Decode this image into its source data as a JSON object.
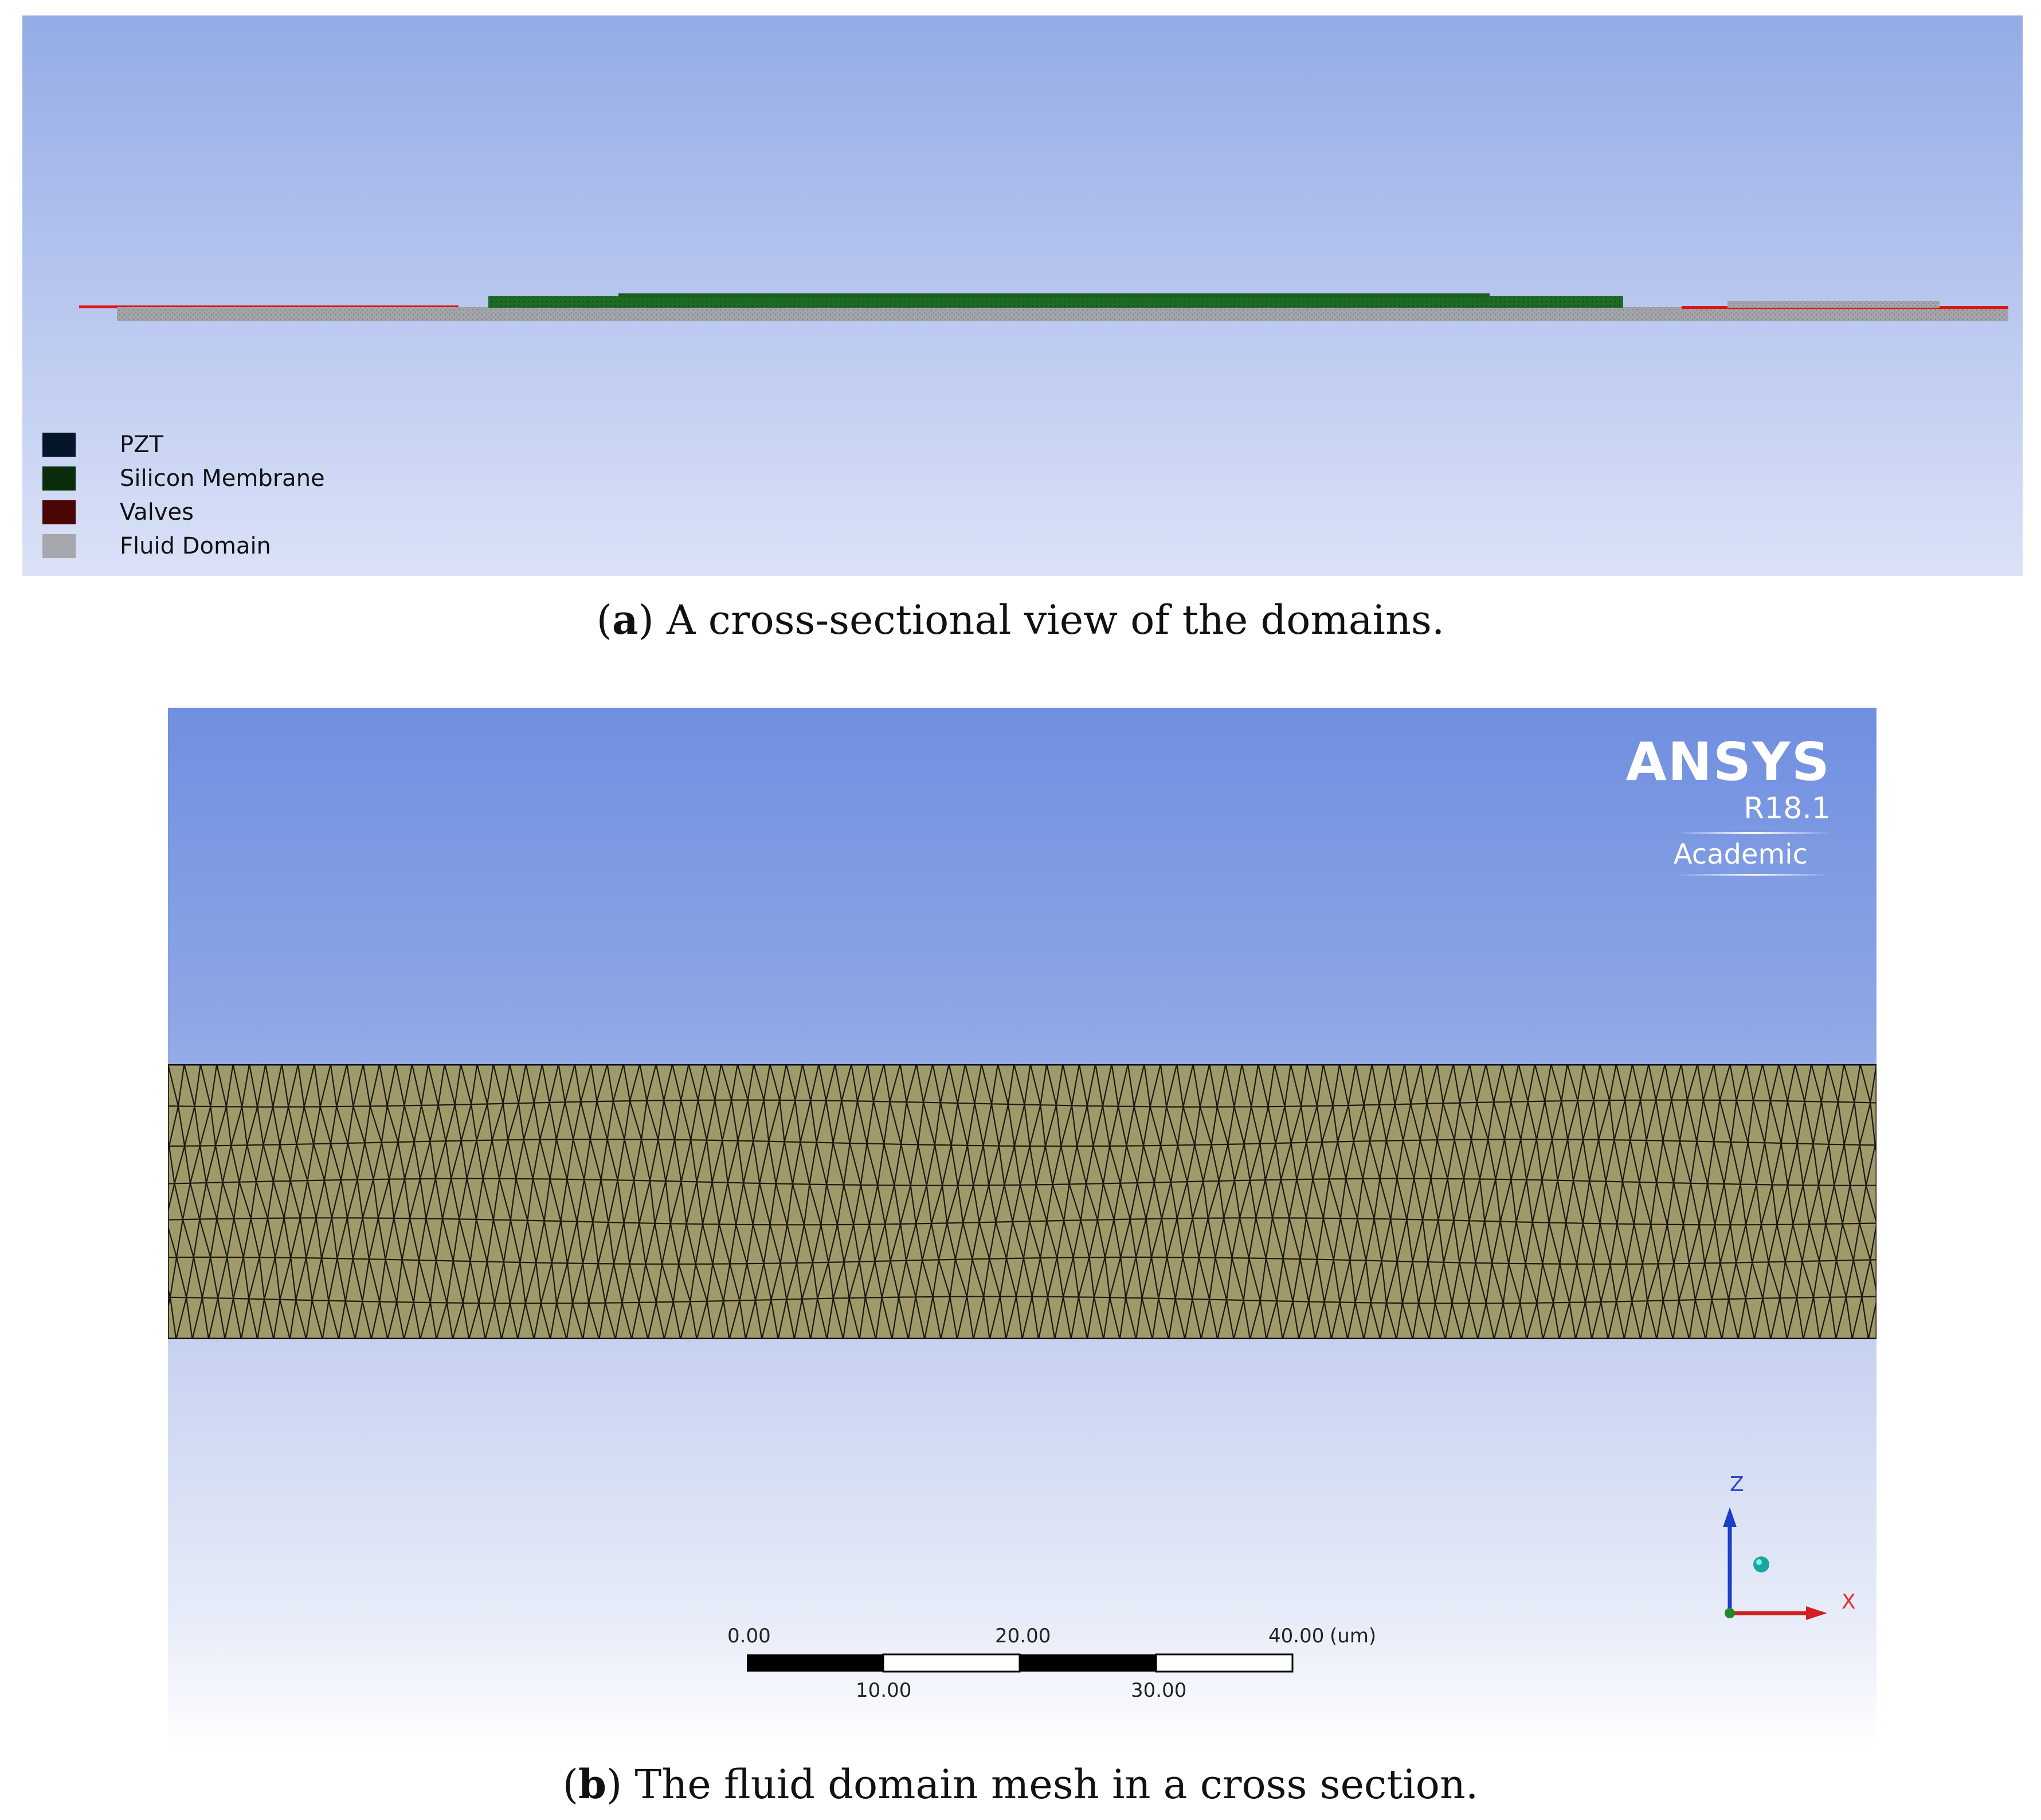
{
  "panel_a": {
    "legend": [
      {
        "label": "PZT",
        "color": "#05162a"
      },
      {
        "label": "Silicon Membrane",
        "color": "#0a2d0c"
      },
      {
        "label": "Valves",
        "color": "#4a0505"
      },
      {
        "label": "Fluid Domain",
        "color": "#a6a8ad"
      }
    ],
    "caption_letter": "a",
    "caption_text": ") A cross-sectional view of the domains."
  },
  "panel_b": {
    "brand": "ANSYS",
    "version": "R18.1",
    "edition": "Academic",
    "mesh_color": "#a09a6a",
    "scale_bar": {
      "top_labels": [
        "0.00",
        "20.00",
        "40.00"
      ],
      "unit": "(um)",
      "bottom_labels": [
        "10.00",
        "30.00"
      ]
    },
    "axes": {
      "z_label": "Z",
      "x_label": "X"
    },
    "caption_letter": "b",
    "caption_text": ") The fluid domain mesh in a cross section."
  }
}
